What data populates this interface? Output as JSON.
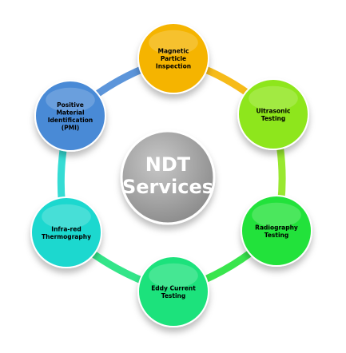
{
  "center": {
    "line1": "NDT",
    "line2": "Services",
    "color": "#9a9a9a"
  },
  "nodes": [
    {
      "id": "magnetic",
      "lines": [
        "Magnetic",
        "Particle",
        "Inspection"
      ],
      "color": "#f5b400"
    },
    {
      "id": "ultrasonic",
      "lines": [
        "Ultrasonic",
        "Testing"
      ],
      "color": "#8ee61a"
    },
    {
      "id": "radiography",
      "lines": [
        "Radiography",
        "Testing"
      ],
      "color": "#24e23a"
    },
    {
      "id": "eddy",
      "lines": [
        "Eddy Current",
        "Testing"
      ],
      "color": "#1de27c"
    },
    {
      "id": "thermography",
      "lines": [
        "Infra-red",
        "Thermography"
      ],
      "color": "#1fd8cf"
    },
    {
      "id": "pmi",
      "lines": [
        "Positive",
        "Material",
        "Identification",
        "(PMI)"
      ],
      "color": "#4a8ad6"
    }
  ]
}
